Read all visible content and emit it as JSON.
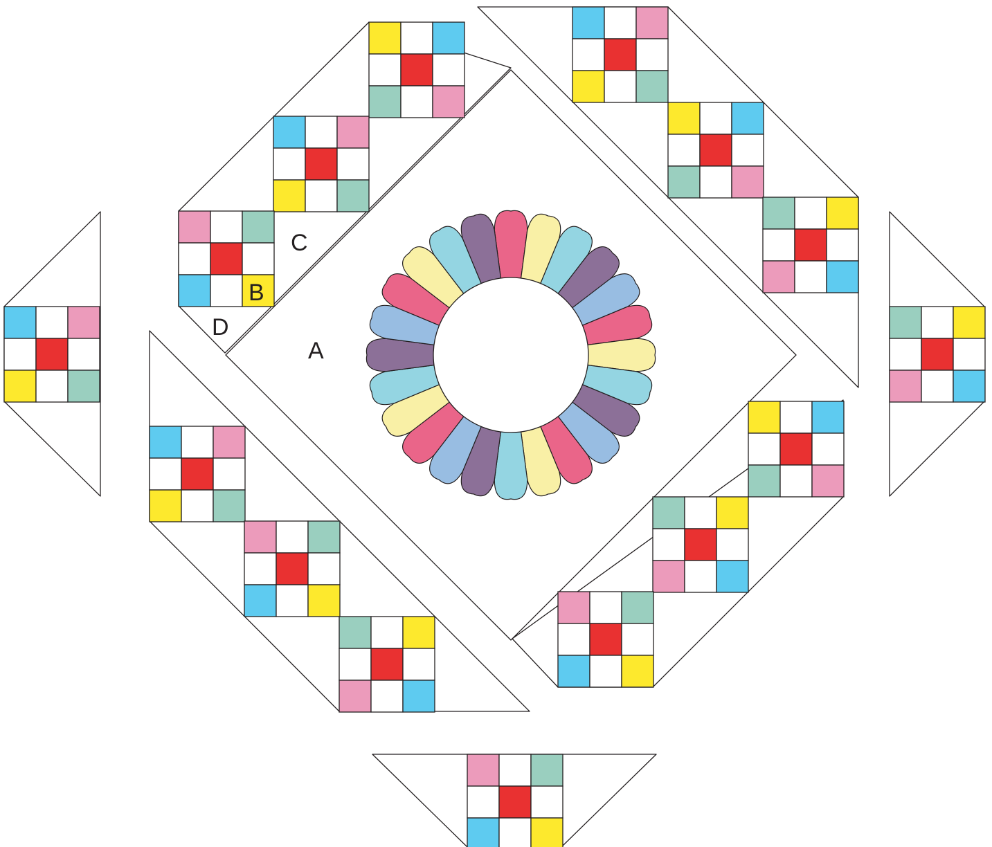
{
  "labels": {
    "a": "A",
    "b": "B",
    "c": "C",
    "d": "D"
  },
  "colors": {
    "pink": "#ec9bbb",
    "green": "#9acfbf",
    "blue": "#5ecbf0",
    "yellow": "#fde92d",
    "red": "#e93131",
    "white": "#ffffff",
    "outline": "#231f20",
    "petals": [
      "#ea6589",
      "#f9f0a6",
      "#94d5e2",
      "#8c7098",
      "#98bde2"
    ]
  },
  "nine_patch_layouts": {
    "pink_green_blue_yellow": [
      "pink",
      "white",
      "green",
      "white",
      "red",
      "white",
      "blue",
      "white",
      "yellow"
    ],
    "yellow_blue_green_pink": [
      "yellow",
      "white",
      "blue",
      "white",
      "red",
      "white",
      "green",
      "white",
      "pink"
    ],
    "blue_pink_yellow_green": [
      "blue",
      "white",
      "pink",
      "white",
      "red",
      "white",
      "yellow",
      "white",
      "green"
    ],
    "green_yellow_pink_blue": [
      "green",
      "white",
      "yellow",
      "white",
      "red",
      "white",
      "pink",
      "white",
      "blue"
    ]
  },
  "dresden_plate": {
    "petal_count": 24
  }
}
